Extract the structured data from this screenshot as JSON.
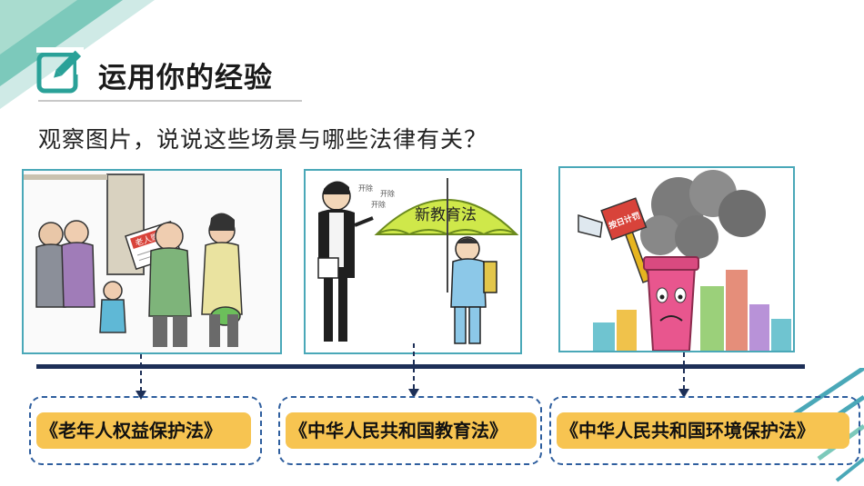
{
  "header": {
    "title": "运用你的经验",
    "icon": "pencil-edit-icon"
  },
  "question": "观察图片，说说这些场景与哪些法律有关？",
  "panels": {
    "scene1": {
      "sign_text": "老人赡养"
    },
    "scene2": {
      "umbrella_text": "新教育法",
      "label_a": "开除",
      "label_b": "开除",
      "label_c": "开除"
    },
    "scene3": {
      "hammer_text": "按日计罚"
    }
  },
  "laws": [
    {
      "label": "《老年人权益保护法》"
    },
    {
      "label": "《中华人民共和国教育法》"
    },
    {
      "label": "《中华人民共和国环境保护法》"
    }
  ],
  "colors": {
    "accent_teal": "#4aa8b8",
    "timeline": "#1d2f57",
    "law_pill": "#f7c451",
    "dashed_border": "#2e5e9e"
  }
}
